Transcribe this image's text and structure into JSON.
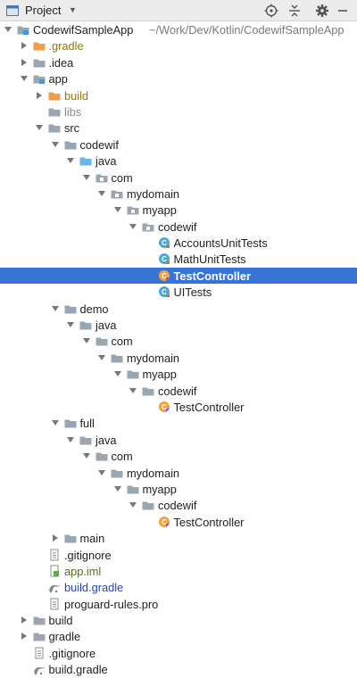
{
  "header": {
    "title": "Project"
  },
  "tree": [
    {
      "label": "CodewifSampleApp",
      "path": "~/Work/Dev/Kotlin/CodewifSampleApp",
      "depth": 0,
      "arrow": "down",
      "icon": "module-folder-icon"
    },
    {
      "label": ".gradle",
      "depth": 1,
      "arrow": "right",
      "icon": "folder-orange-icon",
      "tone": "orange"
    },
    {
      "label": ".idea",
      "depth": 1,
      "arrow": "right",
      "icon": "folder-icon"
    },
    {
      "label": "app",
      "depth": 1,
      "arrow": "down",
      "icon": "module-folder-icon"
    },
    {
      "label": "build",
      "depth": 2,
      "arrow": "right",
      "icon": "folder-orange-icon",
      "tone": "orange"
    },
    {
      "label": "libs",
      "depth": 2,
      "arrow": "none",
      "icon": "folder-icon",
      "tone": "muted"
    },
    {
      "label": "src",
      "depth": 2,
      "arrow": "down",
      "icon": "folder-icon"
    },
    {
      "label": "codewif",
      "depth": 3,
      "arrow": "down",
      "icon": "folder-icon"
    },
    {
      "label": "java",
      "depth": 4,
      "arrow": "down",
      "icon": "source-folder-icon"
    },
    {
      "label": "com",
      "depth": 5,
      "arrow": "down",
      "icon": "package-icon"
    },
    {
      "label": "mydomain",
      "depth": 6,
      "arrow": "down",
      "icon": "package-icon"
    },
    {
      "label": "myapp",
      "depth": 7,
      "arrow": "down",
      "icon": "package-icon"
    },
    {
      "label": "codewif",
      "depth": 8,
      "arrow": "down",
      "icon": "package-icon"
    },
    {
      "label": "AccountsUnitTests",
      "depth": 9,
      "arrow": "none",
      "icon": "test-class-icon"
    },
    {
      "label": "MathUnitTests",
      "depth": 9,
      "arrow": "none",
      "icon": "test-class-icon"
    },
    {
      "label": "TestController",
      "depth": 9,
      "arrow": "none",
      "icon": "kotlin-class-icon",
      "selected": true
    },
    {
      "label": "UITests",
      "depth": 9,
      "arrow": "none",
      "icon": "test-class-icon"
    },
    {
      "label": "demo",
      "depth": 3,
      "arrow": "down",
      "icon": "folder-icon"
    },
    {
      "label": "java",
      "depth": 4,
      "arrow": "down",
      "icon": "folder-icon"
    },
    {
      "label": "com",
      "depth": 5,
      "arrow": "down",
      "icon": "folder-icon"
    },
    {
      "label": "mydomain",
      "depth": 6,
      "arrow": "down",
      "icon": "folder-icon"
    },
    {
      "label": "myapp",
      "depth": 7,
      "arrow": "down",
      "icon": "folder-icon"
    },
    {
      "label": "codewif",
      "depth": 8,
      "arrow": "down",
      "icon": "folder-icon"
    },
    {
      "label": "TestController",
      "depth": 9,
      "arrow": "none",
      "icon": "kotlin-class-icon"
    },
    {
      "label": "full",
      "depth": 3,
      "arrow": "down",
      "icon": "folder-icon"
    },
    {
      "label": "java",
      "depth": 4,
      "arrow": "down",
      "icon": "folder-icon"
    },
    {
      "label": "com",
      "depth": 5,
      "arrow": "down",
      "icon": "folder-icon"
    },
    {
      "label": "mydomain",
      "depth": 6,
      "arrow": "down",
      "icon": "folder-icon"
    },
    {
      "label": "myapp",
      "depth": 7,
      "arrow": "down",
      "icon": "folder-icon"
    },
    {
      "label": "codewif",
      "depth": 8,
      "arrow": "down",
      "icon": "folder-icon"
    },
    {
      "label": "TestController",
      "depth": 9,
      "arrow": "none",
      "icon": "kotlin-class-icon"
    },
    {
      "label": "main",
      "depth": 3,
      "arrow": "right",
      "icon": "folder-icon"
    },
    {
      "label": ".gitignore",
      "depth": 2,
      "arrow": "none",
      "icon": "text-file-icon"
    },
    {
      "label": "app.iml",
      "depth": 2,
      "arrow": "none",
      "icon": "iml-file-icon",
      "tone": "green"
    },
    {
      "label": "build.gradle",
      "depth": 2,
      "arrow": "none",
      "icon": "gradle-icon",
      "tone": "blue"
    },
    {
      "label": "proguard-rules.pro",
      "depth": 2,
      "arrow": "none",
      "icon": "text-file-icon"
    },
    {
      "label": "build",
      "depth": 1,
      "arrow": "right",
      "icon": "folder-icon"
    },
    {
      "label": "gradle",
      "depth": 1,
      "arrow": "right",
      "icon": "folder-icon"
    },
    {
      "label": ".gitignore",
      "depth": 1,
      "arrow": "none",
      "icon": "text-file-icon"
    },
    {
      "label": "build.gradle",
      "depth": 1,
      "arrow": "none",
      "icon": "gradle-icon"
    }
  ]
}
